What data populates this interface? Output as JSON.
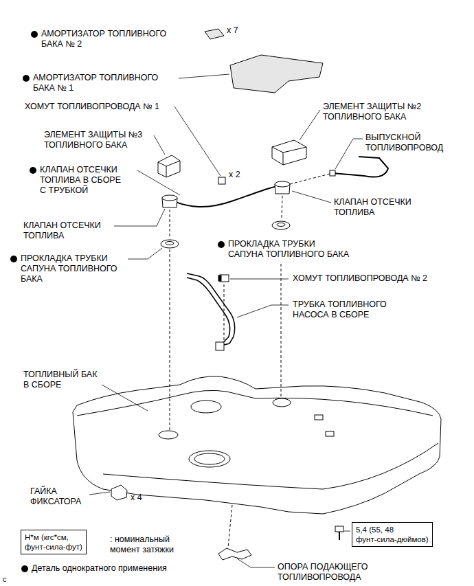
{
  "diagram": {
    "nodes": [
      {
        "text": [
          "5,4 (55, 48 фунт-сила-дюймов)"
        ]
      },
      {
        "text": [
          "Н*м (кгс*см, фунт-сила-фут)"
        ]
      }
    ],
    "labels": [
      "АМОРТИЗАТОР ТОПЛИВНОГО БАКА № 2",
      "x 7",
      "АМОРТИЗАТОР ТОПЛИВНОГО БАКА № 1",
      "ХОМУТ ТОПЛИВОПРОВОДА № 1",
      "ЭЛЕМЕНТ ЗАЩИТЫ №2 ТОПЛИВНОГО БАКА",
      "ВЫПУСКНОЙ ТОПЛИВОПРОВОД",
      "ЭЛЕМЕНТ ЗАЩИТЫ №3 ТОПЛИВНОГО БАКА",
      "x 2",
      "КЛАПАН ОТСЕЧКИ ТОПЛИВА В СБОРЕ С ТРУБКОЙ",
      "КЛАПАН ОТСЕЧКИ ТОПЛИВА",
      "КЛАПАН ОТСЕЧКИ ТОПЛИВА",
      "ПРОКЛАДКА ТРУБКИ САПУНА ТОПЛИВНОГО БАКА",
      "ПРОКЛАДКА ТРУБКИ САПУНА ТОПЛИВНОГО БАКА",
      "ХОМУТ ТОПЛИВОПРОВОДА № 2",
      "ТРУБКА ТОПЛИВНОГО НАСОСА В СБОРЕ",
      "ТОПЛИВНЫЙ БАК В СБОРЕ",
      "ГАЙКА ФИКСАТОРА",
      "x 4",
      "ОПОРА ПОДАЮЩЕГО ТОПЛИВОПРОВОДА",
      "c"
    ],
    "legend": [
      {
        "text": ": номинальный момент затяжки"
      },
      {
        "text": "Деталь однократного применения"
      }
    ]
  }
}
